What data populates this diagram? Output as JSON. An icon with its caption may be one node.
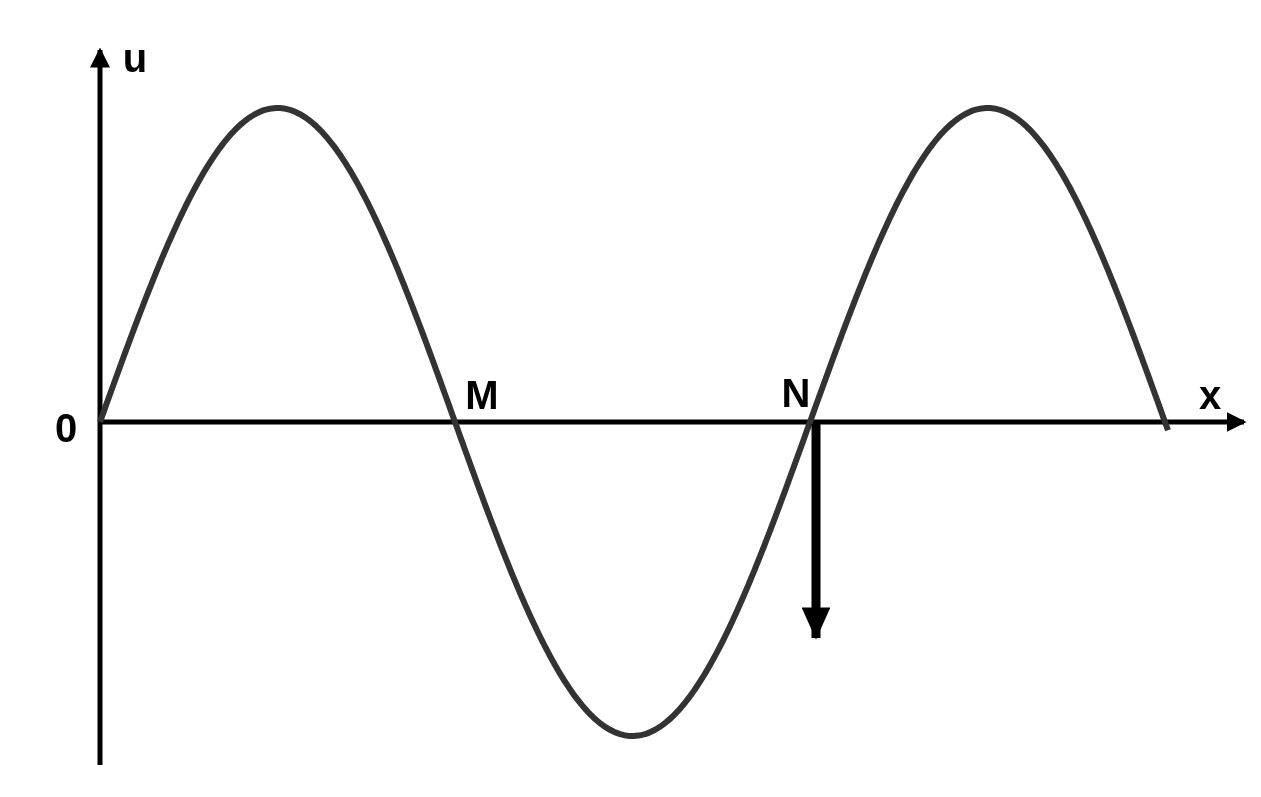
{
  "diagram": {
    "labels": [
      "u",
      "x",
      "0",
      "M",
      "N"
    ]
  }
}
